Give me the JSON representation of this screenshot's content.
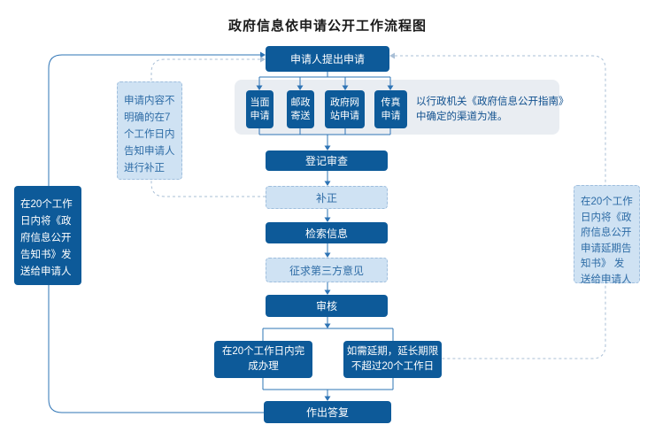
{
  "title": "政府信息依申请公开工作流程图",
  "colors": {
    "dark_blue": "#0d5a99",
    "light_blue_fill": "#cfe2f3",
    "light_blue_border": "#9fbedd",
    "light_text": "#2e6ca6",
    "panel_bg": "#e9edf2",
    "line_solid": "#2e74b5",
    "line_dashed": "#a9bfd6",
    "note_text": "#11518f",
    "title_color": "#1a1a1a"
  },
  "flow": {
    "apply": "申请人提出申请",
    "channels": [
      "当面申请",
      "邮政寄送",
      "政府网站申请",
      "传真申请"
    ],
    "channel_note": "以行政机关《政府信息公开指南》中确定的渠道为准。",
    "register": "登记审查",
    "correction": "补正",
    "retrieve": "检索信息",
    "third_party": "征求第三方意见",
    "review": "审核",
    "complete_20": "在20个工作日内完成办理",
    "extend_20": "如需延期，延长期限不超过20个工作日",
    "reply": "作出答复"
  },
  "side_notes": {
    "correction_note": "申请内容不明确的在7个工作日内告知申请人进行补正",
    "disclosure_notice": "在20个工作日内将《政府信息公开告知书》发送给申请人",
    "extension_notice": "在20个工作日内将《政府信息公开申请延期告知书》 发送给申请人"
  }
}
